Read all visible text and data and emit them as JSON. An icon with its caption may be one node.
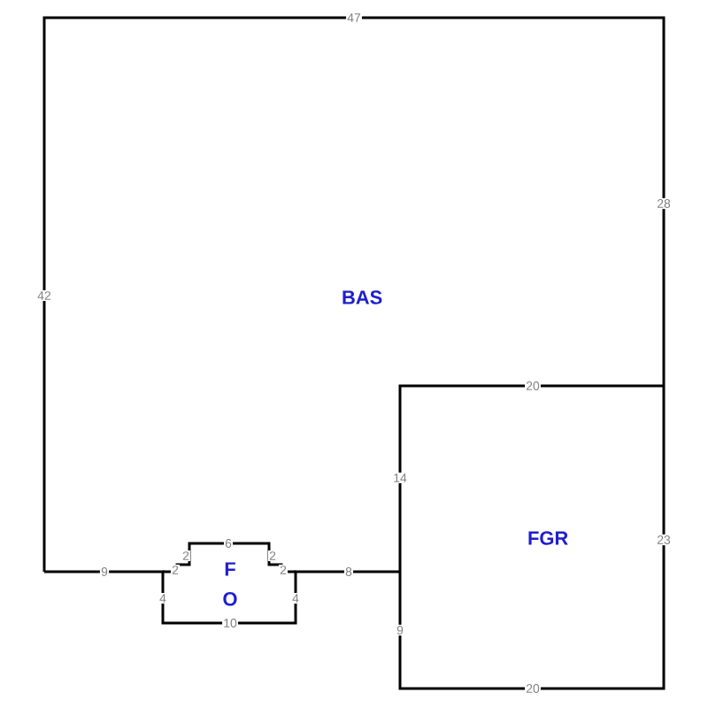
{
  "diagram": {
    "nodes": [
      {
        "text": [
          "BAS"
        ]
      },
      {
        "text": [
          "F O"
        ]
      },
      {
        "text": [
          "FGR"
        ]
      }
    ],
    "labels": [
      "47",
      "28",
      "42",
      "20",
      "14",
      "23",
      "6",
      "2",
      "2",
      "9",
      "2",
      "2",
      "8",
      "4",
      "4",
      "10",
      "9",
      "20"
    ]
  }
}
